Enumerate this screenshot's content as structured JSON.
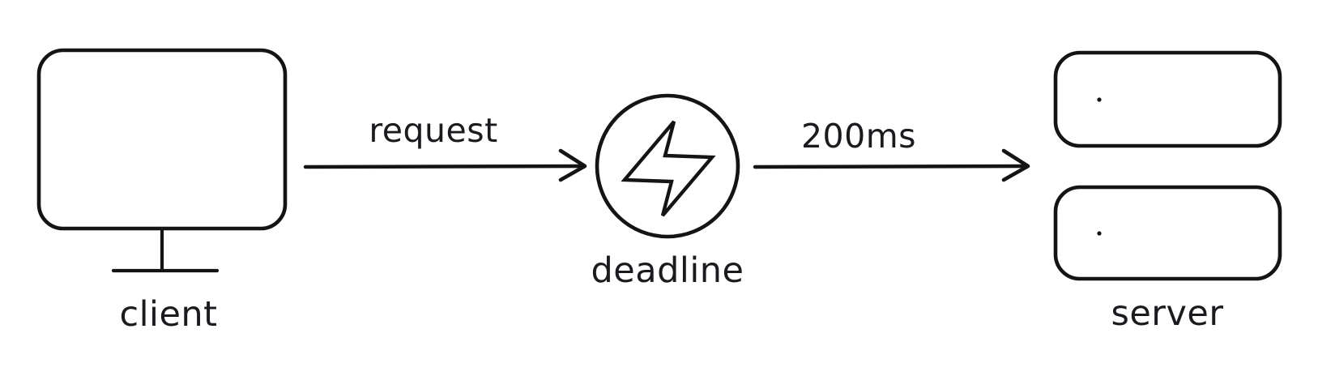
{
  "diagram": {
    "type": "flow-sequence",
    "background_color": "#ffffff",
    "stroke_color": "#141414",
    "text_color": "#1b1b1f",
    "nodes": [
      {
        "id": "client",
        "label": "client",
        "shape": "monitor",
        "icon": "monitor-icon"
      },
      {
        "id": "deadline",
        "label": "deadline",
        "shape": "circle",
        "icon": "lightning-bolt-icon"
      },
      {
        "id": "server",
        "label": "server",
        "shape": "server-rack",
        "icon": "server-icon",
        "unit_count": 2
      }
    ],
    "edges": [
      {
        "id": "client-to-deadline",
        "label": "request",
        "from": "client",
        "to": "deadline",
        "direction": "right"
      },
      {
        "id": "deadline-to-server",
        "label": "200ms",
        "from": "deadline",
        "to": "server",
        "direction": "right"
      }
    ]
  }
}
